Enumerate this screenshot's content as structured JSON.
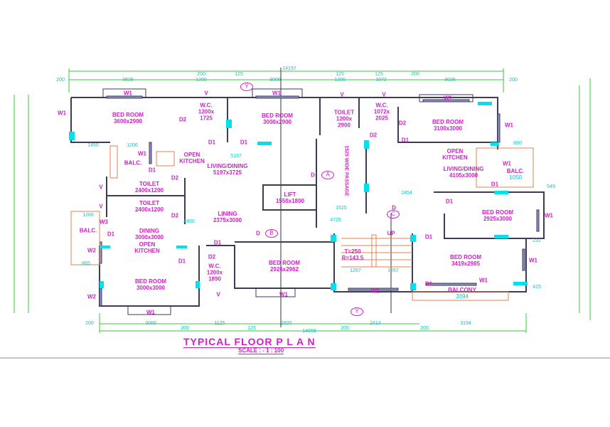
{
  "title": "TYPICAL FLOOR  P L A N",
  "scale": "SCALE : - 1 : 100",
  "rooms": {
    "bed1": {
      "name": "BED ROOM",
      "size": "3600x2900"
    },
    "wc1": {
      "name": "W.C.",
      "size": "1200x",
      "size2": "1725"
    },
    "bed2": {
      "name": "BED ROOM",
      "size": "3000x2900"
    },
    "toilet1": {
      "name": "TOILET",
      "size": "1200x",
      "size2": "2900"
    },
    "wc2": {
      "name": "W.C.",
      "size": "1072x",
      "size2": "2025"
    },
    "bed3": {
      "name": "BED ROOM",
      "size": "3100x3000"
    },
    "kitchen1": {
      "name": "OPEN",
      "name2": "KITCHEN"
    },
    "living1": {
      "name": "LIVING/DINING",
      "size": "5197x3725"
    },
    "balc1": {
      "name": "BALC."
    },
    "toilet2": {
      "name": "TOILET",
      "size": "2400x1200"
    },
    "toilet3": {
      "name": "TOILET",
      "size": "2400x1200"
    },
    "lift": {
      "name": "LIFT",
      "size": "1550x1800"
    },
    "passage": {
      "name": "1525 WIDE PASSAGE"
    },
    "kitchen2": {
      "name": "OPEN",
      "name2": "KITCHEN"
    },
    "living2": {
      "name": "LIVING/DINING",
      "size": "4105x3000"
    },
    "balc2": {
      "name": "BALC.",
      "size": "1050"
    },
    "lining": {
      "name": "LINING",
      "size": "2375x3000"
    },
    "dining": {
      "name": "DINING",
      "size": "3000x3000"
    },
    "balc3": {
      "name": "BALC."
    },
    "kitchen3": {
      "name": "OPEN",
      "name2": "KITCHEN"
    },
    "bed4": {
      "name": "BED ROOM",
      "size": "3000x3000"
    },
    "wc3": {
      "name": "W.C.",
      "size": "1200x",
      "size2": "1890"
    },
    "bed5": {
      "name": "BED ROOM",
      "size": "2926x2962"
    },
    "stair": {
      "t": "T=250",
      "r": "R=143.5",
      "up": "UP"
    },
    "bed6": {
      "name": "BED ROOM",
      "size": "2925x3000"
    },
    "bed7": {
      "name": "BED ROOM",
      "size": "3419x2985"
    },
    "balcony": {
      "name": "BALCONY",
      "size": "3394"
    }
  },
  "tags": {
    "w1": "W1",
    "w2": "W2",
    "w3": "W3",
    "v": "V",
    "d1": "D1",
    "d2": "D2",
    "d": "D"
  },
  "markers": {
    "y": "Y",
    "a": "A",
    "b": "B",
    "c": "C"
  },
  "dims": {
    "top_total": "14197",
    "top": [
      "200",
      "3625",
      "200",
      "1200",
      "125",
      "3000",
      "125",
      "1200",
      "125",
      "1072",
      "200",
      "3025",
      "200"
    ],
    "bottom_total": "14008",
    "bottom": [
      "200",
      "3000",
      "200",
      "1125",
      "125",
      "2925",
      "200",
      "2414",
      "200",
      "3194"
    ],
    "inner": [
      "1450",
      "1200",
      "5197",
      "2454",
      "1525",
      "4725",
      "4800",
      "1200",
      "865",
      "880",
      "549",
      "231",
      "425",
      "1267",
      "1267"
    ]
  }
}
